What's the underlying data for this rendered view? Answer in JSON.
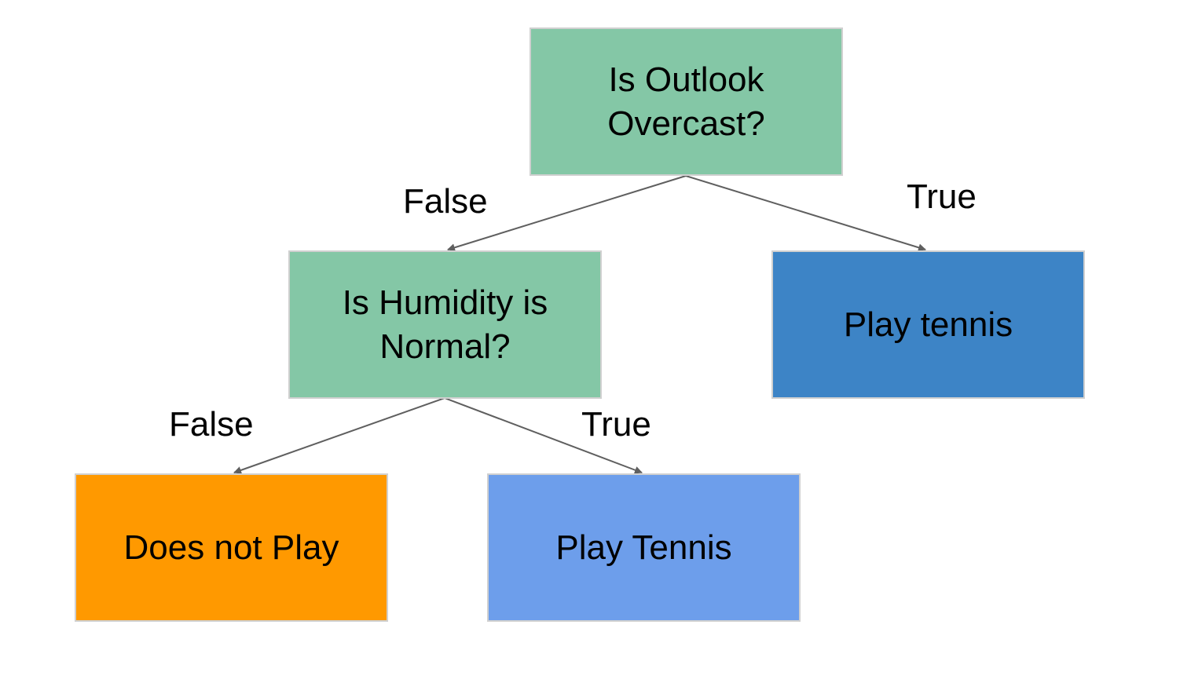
{
  "nodes": {
    "root": {
      "line1": "Is Outlook",
      "line2": "Overcast?",
      "fill": "#84c7a6"
    },
    "humidity": {
      "line1": "Is Humidity is",
      "line2": "Normal?",
      "fill": "#84c7a6"
    },
    "play_tennis_top": {
      "label": "Play tennis",
      "fill": "#3d84c6"
    },
    "does_not_play": {
      "label": "Does not Play",
      "fill": "#ff9900"
    },
    "play_tennis_bottom": {
      "label": "Play Tennis",
      "fill": "#6d9eeb"
    }
  },
  "edges": {
    "root_false": "False",
    "root_true": "True",
    "humidity_false": "False",
    "humidity_true": "True"
  },
  "colors": {
    "edge": "#5f5f5f",
    "node_border": "#d0d0d0"
  }
}
